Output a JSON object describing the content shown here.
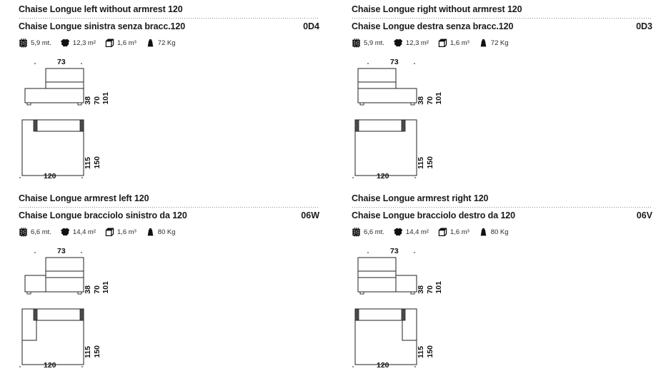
{
  "sheet": {
    "units": {
      "length": "mt.",
      "area": "m²",
      "volume": "m³",
      "weight": "Kg"
    },
    "icon_names": {
      "fabric": "fabric-swatch-icon",
      "leather": "leather-hide-icon",
      "volume": "box-volume-icon",
      "weight": "weight-icon"
    }
  },
  "products": [
    {
      "id": "chaise-longue-left-without-armrest-120",
      "title_en": "Chaise Longue left without armrest 120",
      "title_it": "Chaise Longue sinistra senza bracc.120",
      "code": "0D4",
      "specs": {
        "fabric": "5,9",
        "fabric_unit": "mt.",
        "leather": "12,3",
        "leather_unit": "m²",
        "volume": "1,6",
        "volume_unit": "m³",
        "weight": "72",
        "weight_unit": "Kg"
      },
      "drawing": {
        "variant": "no-armrest",
        "side": "left",
        "elevation": {
          "width": "73",
          "seat_height": "38",
          "back_height": "70",
          "total_height": "101"
        },
        "plan": {
          "width": "120",
          "seat_depth": "115",
          "total_depth": "150"
        }
      }
    },
    {
      "id": "chaise-longue-right-without-armrest-120",
      "title_en": "Chaise Longue right without armrest 120",
      "title_it": "Chaise Longue destra senza bracc.120",
      "code": "0D3",
      "specs": {
        "fabric": "5,9",
        "fabric_unit": "mt.",
        "leather": "12,3",
        "leather_unit": "m²",
        "volume": "1,6",
        "volume_unit": "m³",
        "weight": "72",
        "weight_unit": "Kg"
      },
      "drawing": {
        "variant": "no-armrest",
        "side": "right",
        "elevation": {
          "width": "73",
          "seat_height": "38",
          "back_height": "70",
          "total_height": "101"
        },
        "plan": {
          "width": "120",
          "seat_depth": "115",
          "total_depth": "150"
        }
      }
    },
    {
      "id": "chaise-longue-armrest-left-120",
      "title_en": "Chaise Longue armrest left 120",
      "title_it": "Chaise Longue bracciolo sinistro da 120",
      "code": "06W",
      "specs": {
        "fabric": "6,6",
        "fabric_unit": "mt.",
        "leather": "14,4",
        "leather_unit": "m²",
        "volume": "1,6",
        "volume_unit": "m³",
        "weight": "80",
        "weight_unit": "Kg"
      },
      "drawing": {
        "variant": "armrest",
        "side": "left",
        "elevation": {
          "width": "73",
          "seat_height": "38",
          "back_height": "70",
          "total_height": "101"
        },
        "plan": {
          "width": "120",
          "seat_depth": "115",
          "total_depth": "150"
        }
      }
    },
    {
      "id": "chaise-longue-armrest-right-120",
      "title_en": "Chaise Longue armrest right 120",
      "title_it": "Chaise Longue bracciolo destro da 120",
      "code": "06V",
      "specs": {
        "fabric": "6,6",
        "fabric_unit": "mt.",
        "leather": "14,4",
        "leather_unit": "m²",
        "volume": "1,6",
        "volume_unit": "m³",
        "weight": "80",
        "weight_unit": "Kg"
      },
      "drawing": {
        "variant": "armrest",
        "side": "right",
        "elevation": {
          "width": "73",
          "seat_height": "38",
          "back_height": "70",
          "total_height": "101"
        },
        "plan": {
          "width": "120",
          "seat_depth": "115",
          "total_depth": "150"
        }
      }
    }
  ]
}
